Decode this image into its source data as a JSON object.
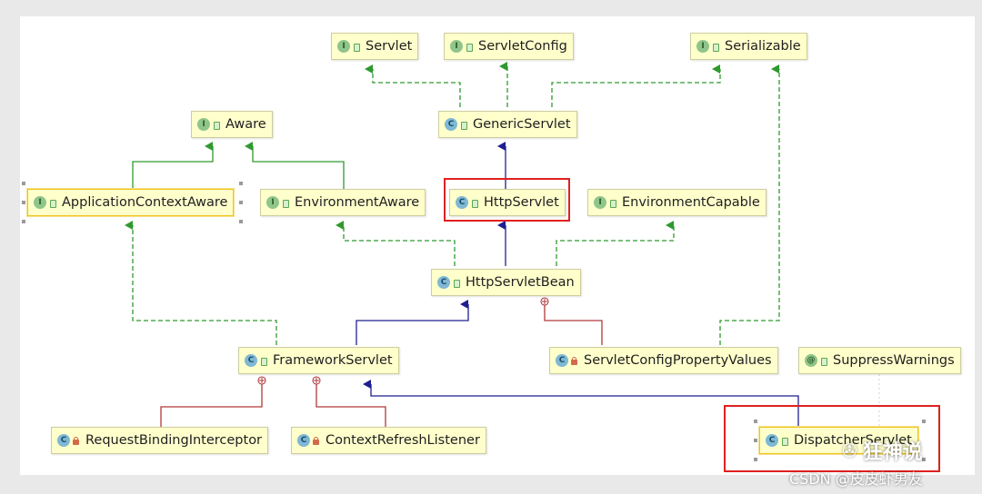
{
  "nodes": {
    "servlet": {
      "label": "Servlet",
      "kind": "I"
    },
    "servlet_config": {
      "label": "ServletConfig",
      "kind": "I"
    },
    "serializable": {
      "label": "Serializable",
      "kind": "I"
    },
    "aware": {
      "label": "Aware",
      "kind": "I"
    },
    "generic_servlet": {
      "label": "GenericServlet",
      "kind": "C"
    },
    "application_context_aware": {
      "label": "ApplicationContextAware",
      "kind": "I"
    },
    "environment_aware": {
      "label": "EnvironmentAware",
      "kind": "I"
    },
    "http_servlet": {
      "label": "HttpServlet",
      "kind": "C"
    },
    "environment_capable": {
      "label": "EnvironmentCapable",
      "kind": "I"
    },
    "http_servlet_bean": {
      "label": "HttpServletBean",
      "kind": "C"
    },
    "framework_servlet": {
      "label": "FrameworkServlet",
      "kind": "C"
    },
    "servlet_config_property_values": {
      "label": "ServletConfigPropertyValues",
      "kind": "C"
    },
    "suppress_warnings": {
      "label": "SuppressWarnings",
      "kind": "@"
    },
    "request_binding_interceptor": {
      "label": "RequestBindingInterceptor",
      "kind": "C"
    },
    "context_refresh_listener": {
      "label": "ContextRefreshListener",
      "kind": "C"
    },
    "dispatcher_servlet": {
      "label": "DispatcherServlet",
      "kind": "C"
    }
  },
  "watermark": {
    "logo_text": "狂神说",
    "credit": "CSDN @皮皮虾男友"
  },
  "colors": {
    "extends": "#1f1f8f",
    "implements": "#2e9a2e",
    "inner": "#b03a3a",
    "highlight": "#e02020",
    "node_fill": "#ffffcc"
  }
}
